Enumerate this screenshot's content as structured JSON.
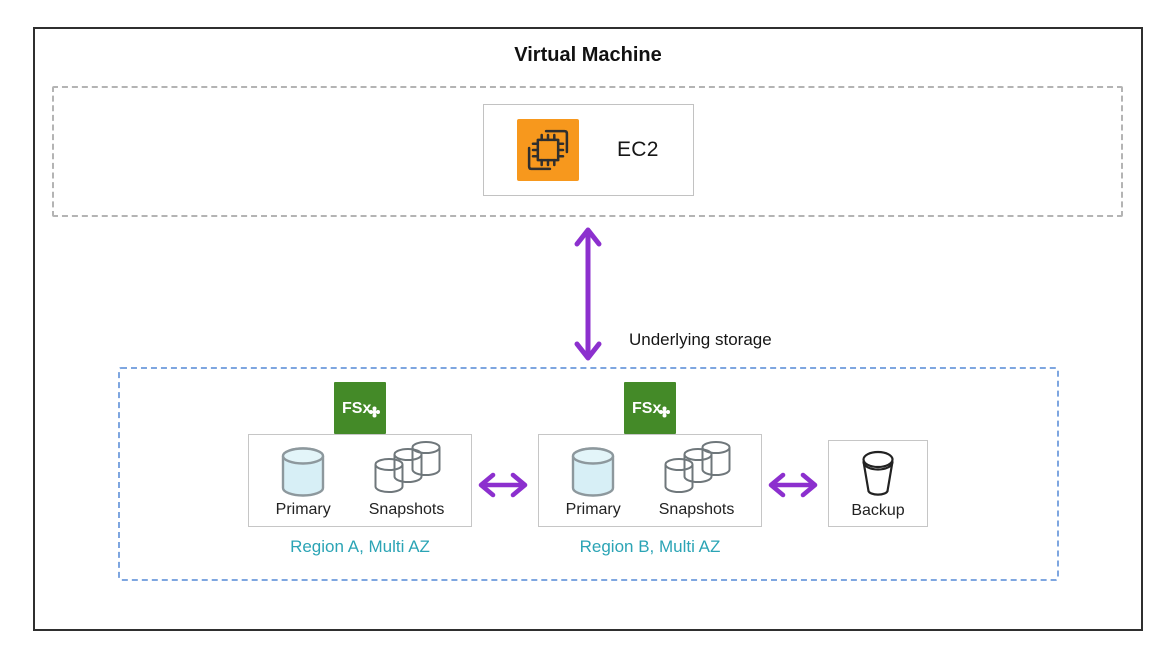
{
  "title": "Virtual Machine",
  "vm_section": {
    "ec2_label": "EC2"
  },
  "connection": {
    "label": "Underlying storage"
  },
  "storage_section": {
    "fsx_label": "FSx",
    "regions": [
      {
        "primary_label": "Primary",
        "snapshots_label": "Snapshots",
        "caption": "Region A, Multi AZ"
      },
      {
        "primary_label": "Primary",
        "snapshots_label": "Snapshots",
        "caption": "Region B, Multi AZ"
      }
    ],
    "backup_label": "Backup"
  },
  "colors": {
    "arrow_purple": "#8C30CE",
    "caption_teal": "#2BA4B5",
    "ec2_orange": "#F7981D",
    "fsx_green": "#448A28",
    "primary_cylinder_fill": "#D7EFF6",
    "vm_dash_gray": "#B4B4B4",
    "storage_dash_blue": "#7EA6E0"
  }
}
